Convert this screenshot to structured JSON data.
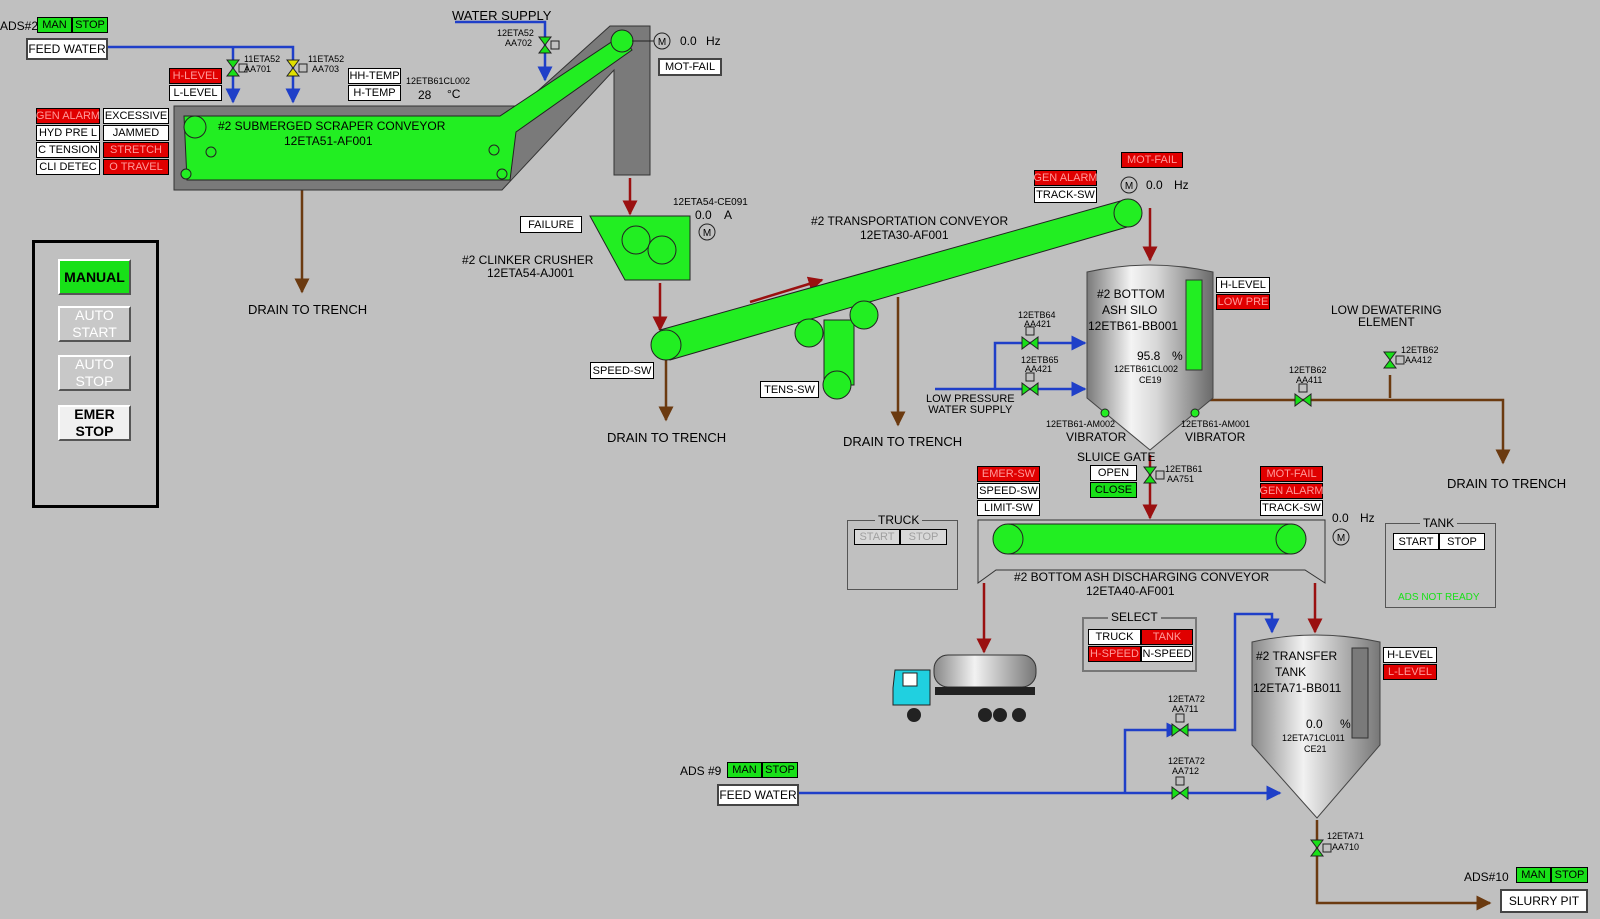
{
  "colors": {
    "background": "#c0c0c0",
    "alarm_red": "#e00000",
    "run_green": "#18e018",
    "water_line": "#1f3fc8",
    "drain_line": "#6b3a10",
    "feed_line": "#9a1010"
  },
  "ads2": {
    "label": "ADS#2",
    "man": "MAN",
    "stop": "STOP",
    "feed_water": "FEED WATER"
  },
  "ads9": {
    "label": "ADS #9",
    "man": "MAN",
    "stop": "STOP",
    "feed_water": "FEED WATER"
  },
  "ads10": {
    "label": "ADS#10",
    "man": "MAN",
    "stop": "STOP",
    "slurry_pit": "SLURRY PIT"
  },
  "water_supply": "WATER SUPPLY",
  "valves": {
    "v11eta52_aa701": [
      "11ETA52",
      "AA701"
    ],
    "v11eta52_aa703": [
      "11ETA52",
      "AA703"
    ],
    "v12eta52_aa702": [
      "12ETA52",
      "AA702"
    ],
    "v12etb64_aa421": [
      "12ETB64",
      "AA421"
    ],
    "v12etb65_aa421": [
      "12ETB65",
      "AA421"
    ],
    "v12etb62_aa411": [
      "12ETB62",
      "AA411"
    ],
    "v12etb62_aa412": [
      "12ETB62",
      "AA412"
    ],
    "v12etb61_aa751": [
      "12ETB61",
      "AA751"
    ],
    "v12eta72_aa711": [
      "12ETA72",
      "AA711"
    ],
    "v12eta72_aa712": [
      "12ETA72",
      "AA712"
    ],
    "v12eta71_aa710": [
      "12ETA71",
      "AA710"
    ]
  },
  "scraper": {
    "h_level": "H-LEVEL",
    "l_level": "L-LEVEL",
    "hh_temp": "HH-TEMP",
    "h_temp": "H-TEMP",
    "temp_tag": "12ETB61CL002",
    "temp_value": "28",
    "temp_unit": "°C",
    "title": "#2 SUBMERGED SCRAPER CONVEYOR",
    "tag": "12ETA51-AF001",
    "motor_value": "0.0",
    "motor_unit": "Hz",
    "mot_fail": "MOT-FAIL",
    "status": [
      [
        "GEN ALARM",
        "EXCESSIVE"
      ],
      [
        "HYD PRE L",
        "JAMMED"
      ],
      [
        "C TENSION",
        "STRETCH"
      ],
      [
        "CLI DETEC",
        "O TRAVEL"
      ]
    ]
  },
  "drain": "DRAIN TO TRENCH",
  "control": {
    "manual": "MANUAL",
    "auto_start": "AUTO\nSTART",
    "auto_stop": "AUTO\nSTOP",
    "emer_stop": "EMER\nSTOP"
  },
  "crusher": {
    "failure": "FAILURE",
    "title": "#2 CLINKER CRUSHER",
    "tag": "12ETA54-AJ001",
    "amp_tag": "12ETA54-CE091",
    "amp_value": "0.0",
    "amp_unit": "A"
  },
  "transport": {
    "title": "#2 TRANSPORTATION CONVEYOR",
    "tag": "12ETA30-AF001",
    "gen_alarm": "GEN ALARM",
    "track_sw": "TRACK-SW",
    "mot_fail": "MOT-FAIL",
    "motor_value": "0.0",
    "motor_unit": "Hz",
    "speed_sw": "SPEED-SW",
    "tens_sw": "TENS-SW"
  },
  "silo": {
    "title1": "#2 BOTTOM",
    "title2": "ASH SILO",
    "tag": "12ETB61-BB001",
    "h_level": "H-LEVEL",
    "low_pre": "LOW PRE",
    "level_value": "95.8",
    "level_unit": "%",
    "level_tag1": "12ETB61CL002",
    "level_tag2": "CE19",
    "vib_left_tag": "12ETB61-AM002",
    "vib_right_tag": "12ETB61-AM001",
    "vibrator": "VIBRATOR",
    "sluice_gate": "SLUICE GATE",
    "open": "OPEN",
    "close": "CLOSE",
    "low_pressure": "LOW PRESSURE\nWATER SUPPLY",
    "dewatering": "LOW DEWATERING\nELEMENT"
  },
  "discharge": {
    "emer_sw": "EMER-SW",
    "speed_sw": "SPEED-SW",
    "limit_sw": "LIMIT-SW",
    "mot_fail": "MOT-FAIL",
    "gen_alarm": "GEN ALARM",
    "track_sw": "TRACK-SW",
    "motor_value": "0.0",
    "motor_unit": "Hz",
    "title": "#2 BOTTOM ASH DISCHARGING CONVEYOR",
    "tag": "12ETA40-AF001"
  },
  "truck": {
    "label": "TRUCK",
    "start": "START",
    "stop": "STOP"
  },
  "tank_panel": {
    "label": "TANK",
    "start": "START",
    "stop": "STOP",
    "not_ready": "ADS NOT READY"
  },
  "select": {
    "label": "SELECT",
    "truck": "TRUCK",
    "tank": "TANK",
    "h_speed": "H-SPEED",
    "n_speed": "N-SPEED"
  },
  "transfer": {
    "title1": "#2 TRANSFER",
    "title2": "TANK",
    "tag": "12ETA71-BB011",
    "h_level": "H-LEVEL",
    "l_level": "L-LEVEL",
    "level_value": "0.0",
    "level_unit": "%",
    "level_tag1": "12ETA71CL011",
    "level_tag2": "CE21"
  }
}
